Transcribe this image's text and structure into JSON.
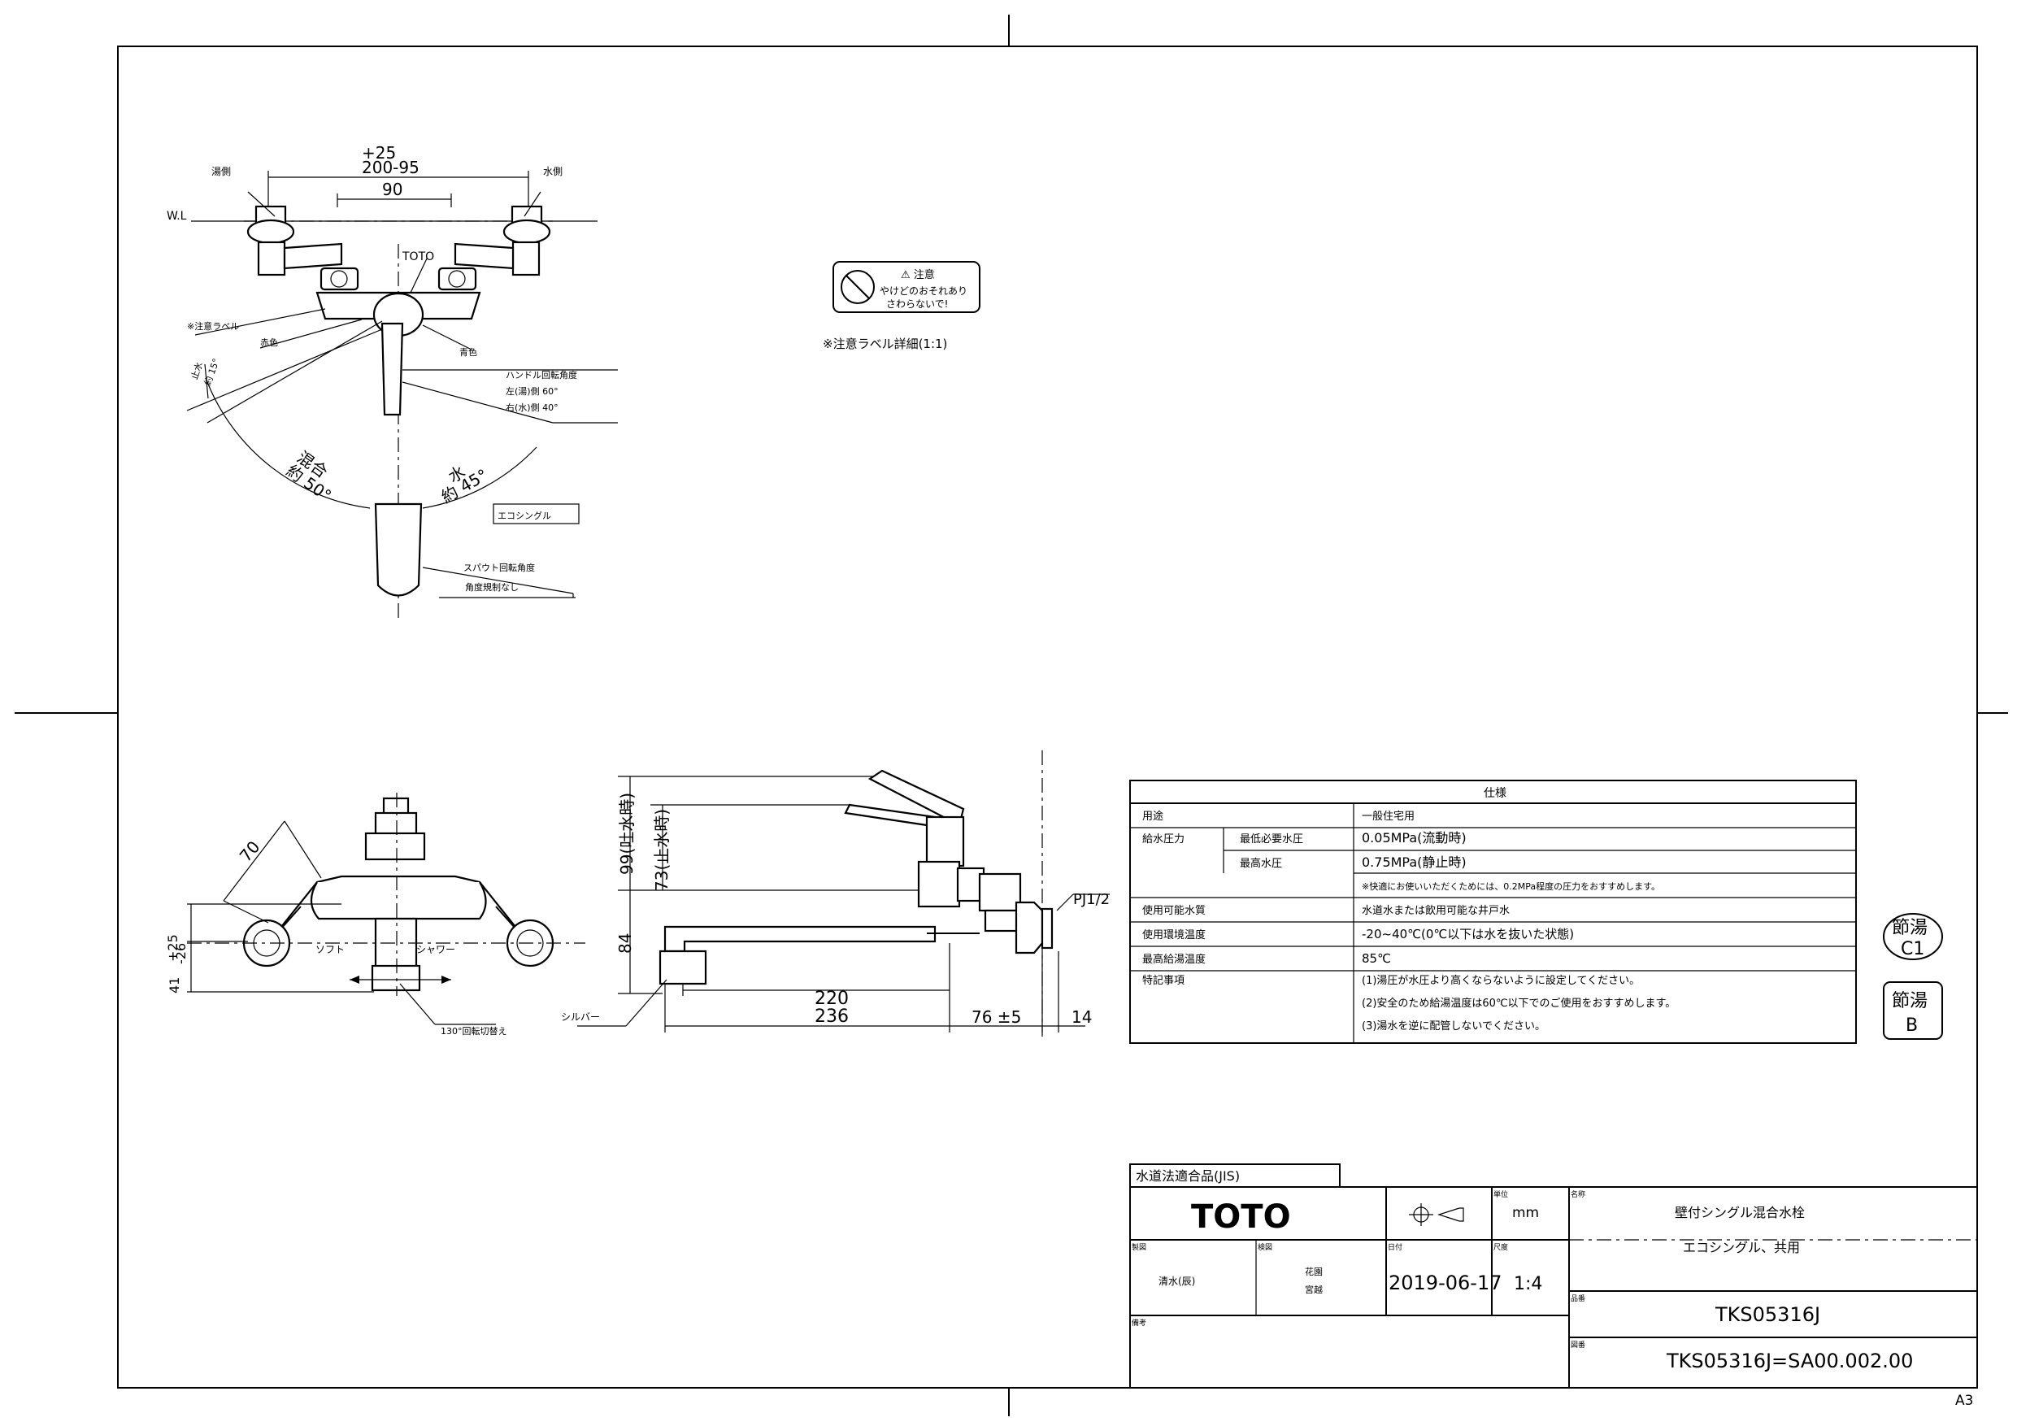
{
  "top_view": {
    "dim_total_tol": "+25",
    "dim_total": "200-95",
    "dim_inner": "90",
    "label_hot": "湯側",
    "label_cold": "水側",
    "label_wl": "W.L",
    "label_toto": "TOTO",
    "label_caution": "※注意ラベル",
    "label_red": "赤色",
    "label_blue": "青色",
    "label_handle1": "ハンドル回転角度",
    "label_handle2": "左(湯)側 60°",
    "label_handle3": "右(水)側 40°",
    "label_closed": "止水",
    "label_closed_angle": "約 15°",
    "label_mix": "混合",
    "label_mix_angle": "約 50°",
    "label_water": "水",
    "label_water_angle": "約 45°",
    "label_eco": "エコシングル",
    "label_spout1": "スパウト回転角度",
    "label_spout2": "角度規制なし"
  },
  "caution_label": {
    "title": "⚠ 注意",
    "line1": "やけどのおそれあり",
    "line2": "さわらないで!",
    "caption": "※注意ラベル詳細(1:1)"
  },
  "front_view": {
    "dim_70": "70",
    "dim_tol": "+25",
    "dim_26": "-26",
    "dim_41": "41",
    "label_soft": "ソフト",
    "label_shower": "シャワー",
    "label_rotate": "130°回転切替え"
  },
  "side_view": {
    "dim_99": "99(吐水時)",
    "dim_73": "73(止水時)",
    "dim_84": "84",
    "dim_220": "220",
    "dim_236": "236",
    "dim_76": "76 ±5",
    "dim_14": "14",
    "label_pj": "PJ1/2",
    "label_silver": "シルバー"
  },
  "spec_table": {
    "title": "仕様",
    "rows": [
      {
        "label": "用途",
        "sub": "",
        "value": "一般住宅用"
      },
      {
        "label": "給水圧力",
        "sub": "最低必要水圧",
        "value": "0.05MPa(流動時)"
      },
      {
        "label": "",
        "sub": "最高水圧",
        "value": "0.75MPa(静止時)"
      },
      {
        "label": "",
        "sub": "",
        "value": "※快適にお使いいただくためには、0.2MPa程度の圧力をおすすめします。"
      },
      {
        "label": "使用可能水質",
        "sub": "",
        "value": "水道水または飲用可能な井戸水"
      },
      {
        "label": "使用環境温度",
        "sub": "",
        "value": "-20~40℃(0℃以下は水を抜いた状態)"
      },
      {
        "label": "最高給湯温度",
        "sub": "",
        "value": "85℃"
      },
      {
        "label": "特記事項",
        "sub": "",
        "value": "(1)湯圧が水圧より高くならないように設定してください。"
      },
      {
        "label": "",
        "sub": "",
        "value": "(2)安全のため給湯温度は60℃以下でのご使用をおすすめします。"
      },
      {
        "label": "",
        "sub": "",
        "value": "(3)湯水を逆に配管しないでください。"
      }
    ]
  },
  "badges": {
    "b1_top": "節湯",
    "b1_bottom": "C1",
    "b2_top": "節湯",
    "b2_bottom": "B"
  },
  "title_block": {
    "jis": "水道法適合品(JIS)",
    "logo": "TOTO",
    "unit_label": "単位",
    "unit": "mm",
    "name_label": "名称",
    "name1": "壁付シングル混合水栓",
    "name2": "エコシングル、共用",
    "designer_label": "製図",
    "designer": "清水(辰)",
    "checker_label": "検図",
    "checker1": "花園",
    "checker2": "宮越",
    "date_label": "日付",
    "date": "2019-06-17",
    "scale_label": "尺度",
    "scale": "1:4",
    "model_label": "品番",
    "model": "TKS05316J",
    "note_label": "備考",
    "drawing_label": "図番",
    "drawing": "TKS05316J=SA00.002.00",
    "paper": "A3"
  }
}
